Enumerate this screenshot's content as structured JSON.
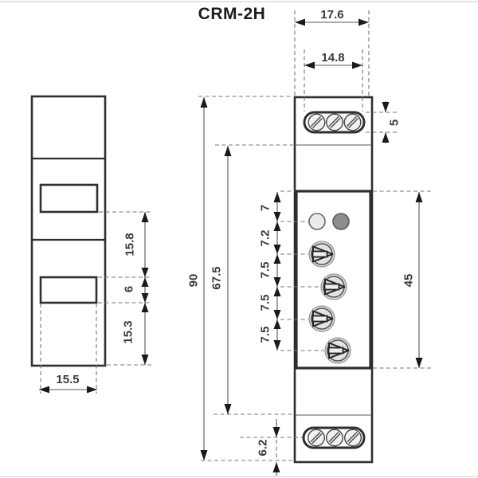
{
  "title": "CRM-2H",
  "drawing_type": "dimension-drawing",
  "units_implied": "mm",
  "dimensions": {
    "side_view": {
      "window_spacing": "15.8",
      "window_height": "6",
      "lower_section": "15.3",
      "base_width": "15.5"
    },
    "front_view": {
      "overall_width": "17.6",
      "terminal_width": "14.8",
      "terminal_screw_height": "5",
      "face_to_led": "7",
      "led_to_switch": "7.2",
      "switch_pitch_1": "7.5",
      "switch_pitch_2": "7.5",
      "switch_pitch_3": "7.5",
      "overall_height": "90",
      "body_height": "67.5",
      "faceplate_height": "45",
      "bottom_terminal_offset": "6.2"
    }
  },
  "icons": {
    "screw": "slotted-screw-icon",
    "led_light": "led-indicator-light",
    "led_dark": "led-indicator-dark",
    "rotary_switch": "rotary-dial-pointer-icon"
  },
  "colors": {
    "line": "#2f2f2f",
    "dim_line": "#555555",
    "arrow": "#1a1a1a",
    "led_light_fill": "#ebebeb",
    "led_dark_fill": "#8c8c8c",
    "knob_fill": "#d9d9d9",
    "page_edge": "#dcdcdc"
  }
}
